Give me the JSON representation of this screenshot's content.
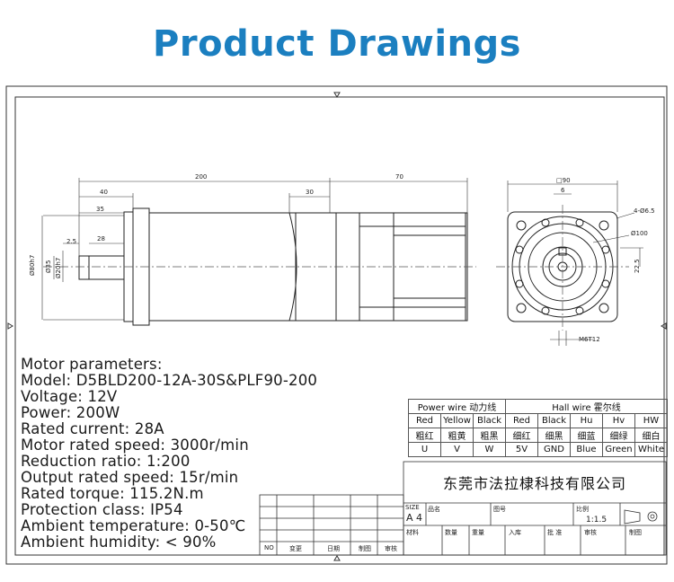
{
  "header": {
    "title": "Product Drawings"
  },
  "dimensions": {
    "front": {
      "total_length": "200",
      "length_40": "40",
      "length_35": "35",
      "length_30": "30",
      "length_28": "28",
      "length_2_5": "2.5",
      "motor_length": "70",
      "dia_80h7": "Ø80h7",
      "dia_35": "Ø35",
      "dia_20h7": "Ø20h7"
    },
    "side": {
      "square": "□90",
      "key_6": "6",
      "holes": "4-Ø6.5",
      "bolt_circle": "Ø100",
      "height_22_5": "22.5",
      "thread": "M6T12"
    }
  },
  "motor_parameters": [
    "Motor parameters:",
    "Model: D5BLD200-12A-30S&PLF90-200",
    "Voltage: 12V",
    "Power: 200W",
    "Rated current: 28A",
    "Motor rated speed: 3000r/min",
    "Reduction ratio: 1:200",
    "Output rated speed: 15r/min",
    "Rated torque: 115.2N.m",
    "Protection class: IP54",
    "Ambient temperature: 0-50℃",
    "Ambient humidity: < 90%"
  ],
  "wire_table": {
    "power_header": "Power wire 动力线",
    "hall_header": "Hall wire 霍尔线",
    "rows": [
      [
        "Red",
        "Yellow",
        "Black",
        "Red",
        "Black",
        "Hu",
        "Hv",
        "HW"
      ],
      [
        "粗红",
        "粗黄",
        "粗黑",
        "细红",
        "细黑",
        "细蓝",
        "细绿",
        "细白"
      ],
      [
        "U",
        "V",
        "W",
        "5V",
        "GND",
        "Blue",
        "Green",
        "White"
      ]
    ]
  },
  "title_block": {
    "company": "东莞市法拉棣科技有限公司",
    "size_label": "SIZE",
    "size_value": "A 4",
    "name_label": "品名",
    "drawing_no_label": "图号",
    "scale_label": "比例",
    "scale_value": "1:1.5",
    "material_label": "材料",
    "quantity_label": "数量",
    "weight_label": "重量",
    "warehouse_label": "入库",
    "approve_label": "批 准",
    "review_label": "审核",
    "draft_label": "制图"
  },
  "revision_block": {
    "headers": [
      "NO",
      "变更",
      "日期",
      "制图",
      "审核"
    ]
  }
}
